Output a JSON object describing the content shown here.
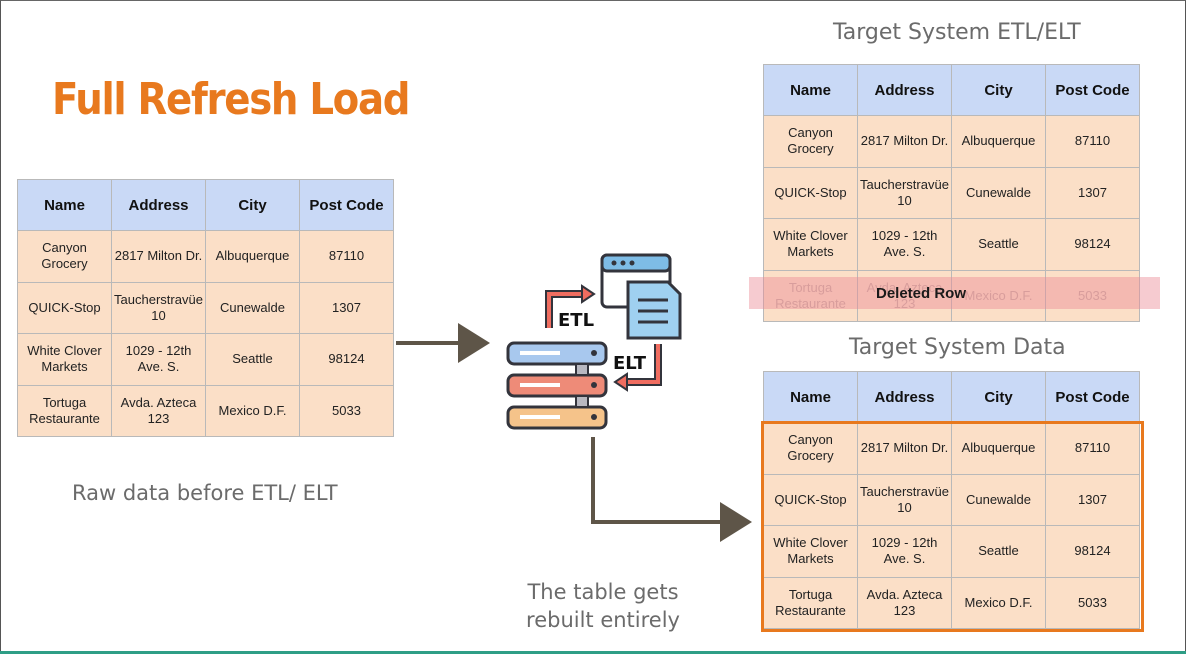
{
  "title": "Full Refresh Load",
  "raw_caption": "Raw data before ETL/ ELT",
  "etl_caption": "Target System ETL/ELT",
  "data_caption": "Target System Data",
  "rebuild_caption_line1": "The table gets",
  "rebuild_caption_line2": "rebuilt entirely",
  "deleted_label": "Deleted Row",
  "etl_label": "ETL",
  "elt_label": "ELT",
  "colors": {
    "accent_orange": "#e8791e",
    "header_blue": "#c9d9f6",
    "cell_peach": "#fbdfc7",
    "deleted_pink": "#ec8c96",
    "arrow": "#5e5548"
  },
  "headers": [
    "Name",
    "Address",
    "City",
    "Post Code"
  ],
  "raw_table": {
    "rows": [
      [
        "Canyon Grocery",
        "2817 Milton Dr.",
        "Albuquerque",
        "87110"
      ],
      [
        "QUICK-Stop",
        "Taucherstravüe 10",
        "Cunewalde",
        "1307"
      ],
      [
        "White Clover Markets",
        "1029 - 12th Ave. S.",
        "Seattle",
        "98124"
      ],
      [
        "Tortuga Restaurante",
        "Avda. Azteca 123",
        "Mexico D.F.",
        "5033"
      ]
    ]
  },
  "etl_table": {
    "rows": [
      [
        "Canyon Grocery",
        "2817 Milton Dr.",
        "Albuquerque",
        "87110"
      ],
      [
        "QUICK-Stop",
        "Taucherstravüe 10",
        "Cunewalde",
        "1307"
      ],
      [
        "White Clover Markets",
        "1029 - 12th Ave. S.",
        "Seattle",
        "98124"
      ],
      [
        "Tortuga Restaurante",
        "Avda. Azteca 123",
        "Mexico D.F.",
        "5033"
      ]
    ]
  },
  "data_table": {
    "rows": [
      [
        "Canyon Grocery",
        "2817 Milton Dr.",
        "Albuquerque",
        "87110"
      ],
      [
        "QUICK-Stop",
        "Taucherstravüe 10",
        "Cunewalde",
        "1307"
      ],
      [
        "White Clover Markets",
        "1029 - 12th Ave. S.",
        "Seattle",
        "98124"
      ],
      [
        "Tortuga Restaurante",
        "Avda. Azteca 123",
        "Mexico D.F.",
        "5033"
      ]
    ]
  }
}
